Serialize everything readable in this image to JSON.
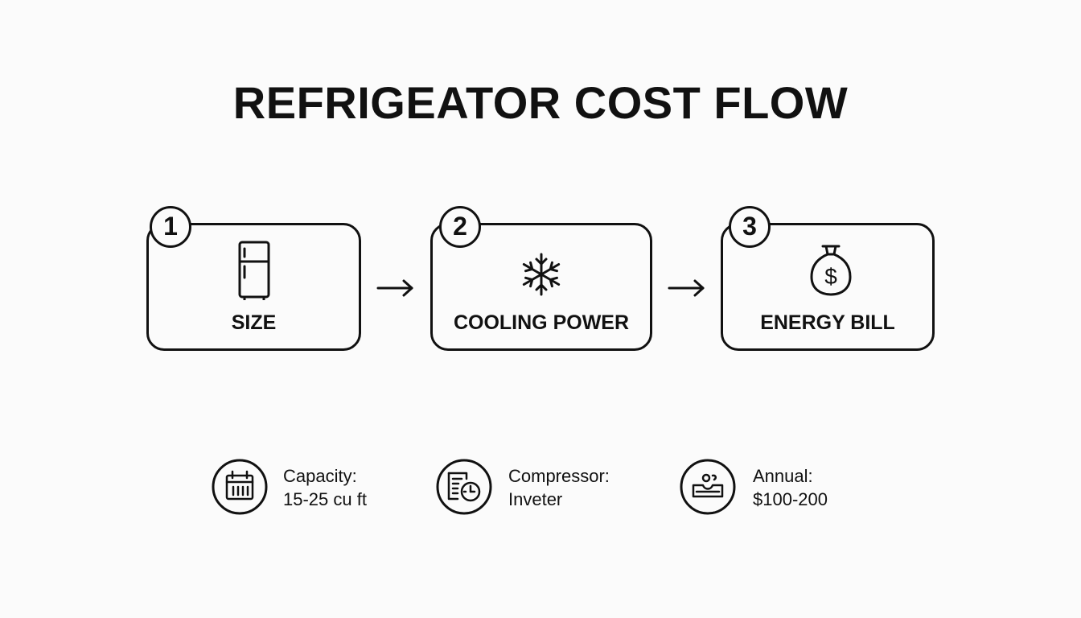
{
  "title": "REFRIGEATOR COST FLOW",
  "steps": [
    {
      "number": "1",
      "label": "SIZE",
      "icon": "refrigerator-icon"
    },
    {
      "number": "2",
      "label": "COOLING POWER",
      "icon": "snowflake-icon"
    },
    {
      "number": "3",
      "label": "ENERGY BILL",
      "icon": "money-bag-icon"
    }
  ],
  "details": [
    {
      "label": "Capacity:",
      "value": "15-25 cu ft",
      "icon": "calendar-icon"
    },
    {
      "label": "Compressor:",
      "value": "Inveter",
      "icon": "compressor-gauge-icon"
    },
    {
      "label": "Annual:",
      "value": "$100-200",
      "icon": "annual-cost-icon"
    }
  ],
  "colors": {
    "ink": "#111111",
    "background": "#fbfbfb"
  }
}
